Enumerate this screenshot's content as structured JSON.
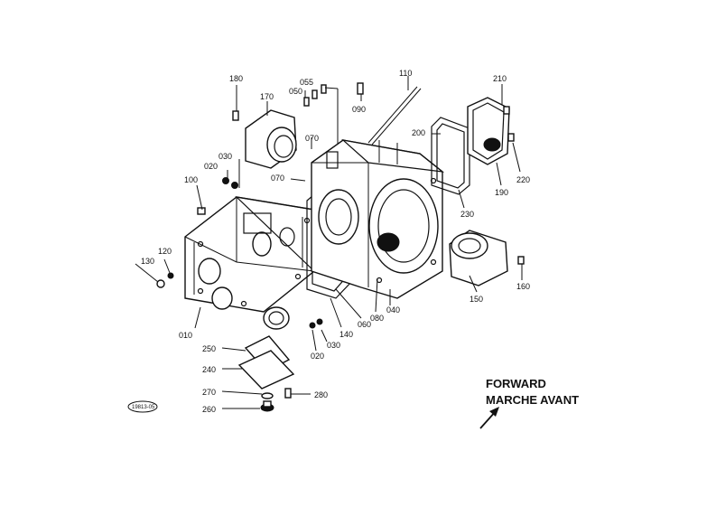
{
  "labels": {
    "l010": "010",
    "l020a": "020",
    "l020b": "020",
    "l030a": "030",
    "l030b": "030",
    "l040": "040",
    "l050": "050",
    "l055": "055",
    "l060": "060",
    "l070a": "070",
    "l070b": "070",
    "l080": "080",
    "l090": "090",
    "l100": "100",
    "l110": "110",
    "l120": "120",
    "l130": "130",
    "l140": "140",
    "l150": "150",
    "l160": "160",
    "l170": "170",
    "l180": "180",
    "l190": "190",
    "l200": "200",
    "l210": "210",
    "l220": "220",
    "l230": "230",
    "l240": "240",
    "l250": "250",
    "l260": "260",
    "l270": "270",
    "l280": "280"
  },
  "direction": {
    "line1": "FORWARD",
    "line2": "MARCHE AVANT"
  },
  "stamp": "19813-05"
}
